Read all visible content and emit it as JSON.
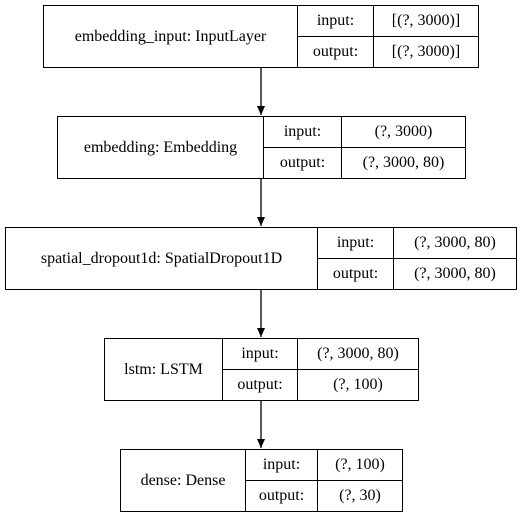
{
  "layers": [
    {
      "name": "embedding_input: InputLayer",
      "input_label": "input:",
      "input_shape": "[(?, 3000)]",
      "output_label": "output:",
      "output_shape": "[(?, 3000)]"
    },
    {
      "name": "embedding: Embedding",
      "input_label": "input:",
      "input_shape": "(?, 3000)",
      "output_label": "output:",
      "output_shape": "(?, 3000, 80)"
    },
    {
      "name": "spatial_dropout1d: SpatialDropout1D",
      "input_label": "input:",
      "input_shape": "(?, 3000, 80)",
      "output_label": "output:",
      "output_shape": "(?, 3000, 80)"
    },
    {
      "name": "lstm: LSTM",
      "input_label": "input:",
      "input_shape": "(?, 3000, 80)",
      "output_label": "output:",
      "output_shape": "(?, 100)"
    },
    {
      "name": "dense: Dense",
      "input_label": "input:",
      "input_shape": "(?, 100)",
      "output_label": "output:",
      "output_shape": "(?, 30)"
    }
  ]
}
